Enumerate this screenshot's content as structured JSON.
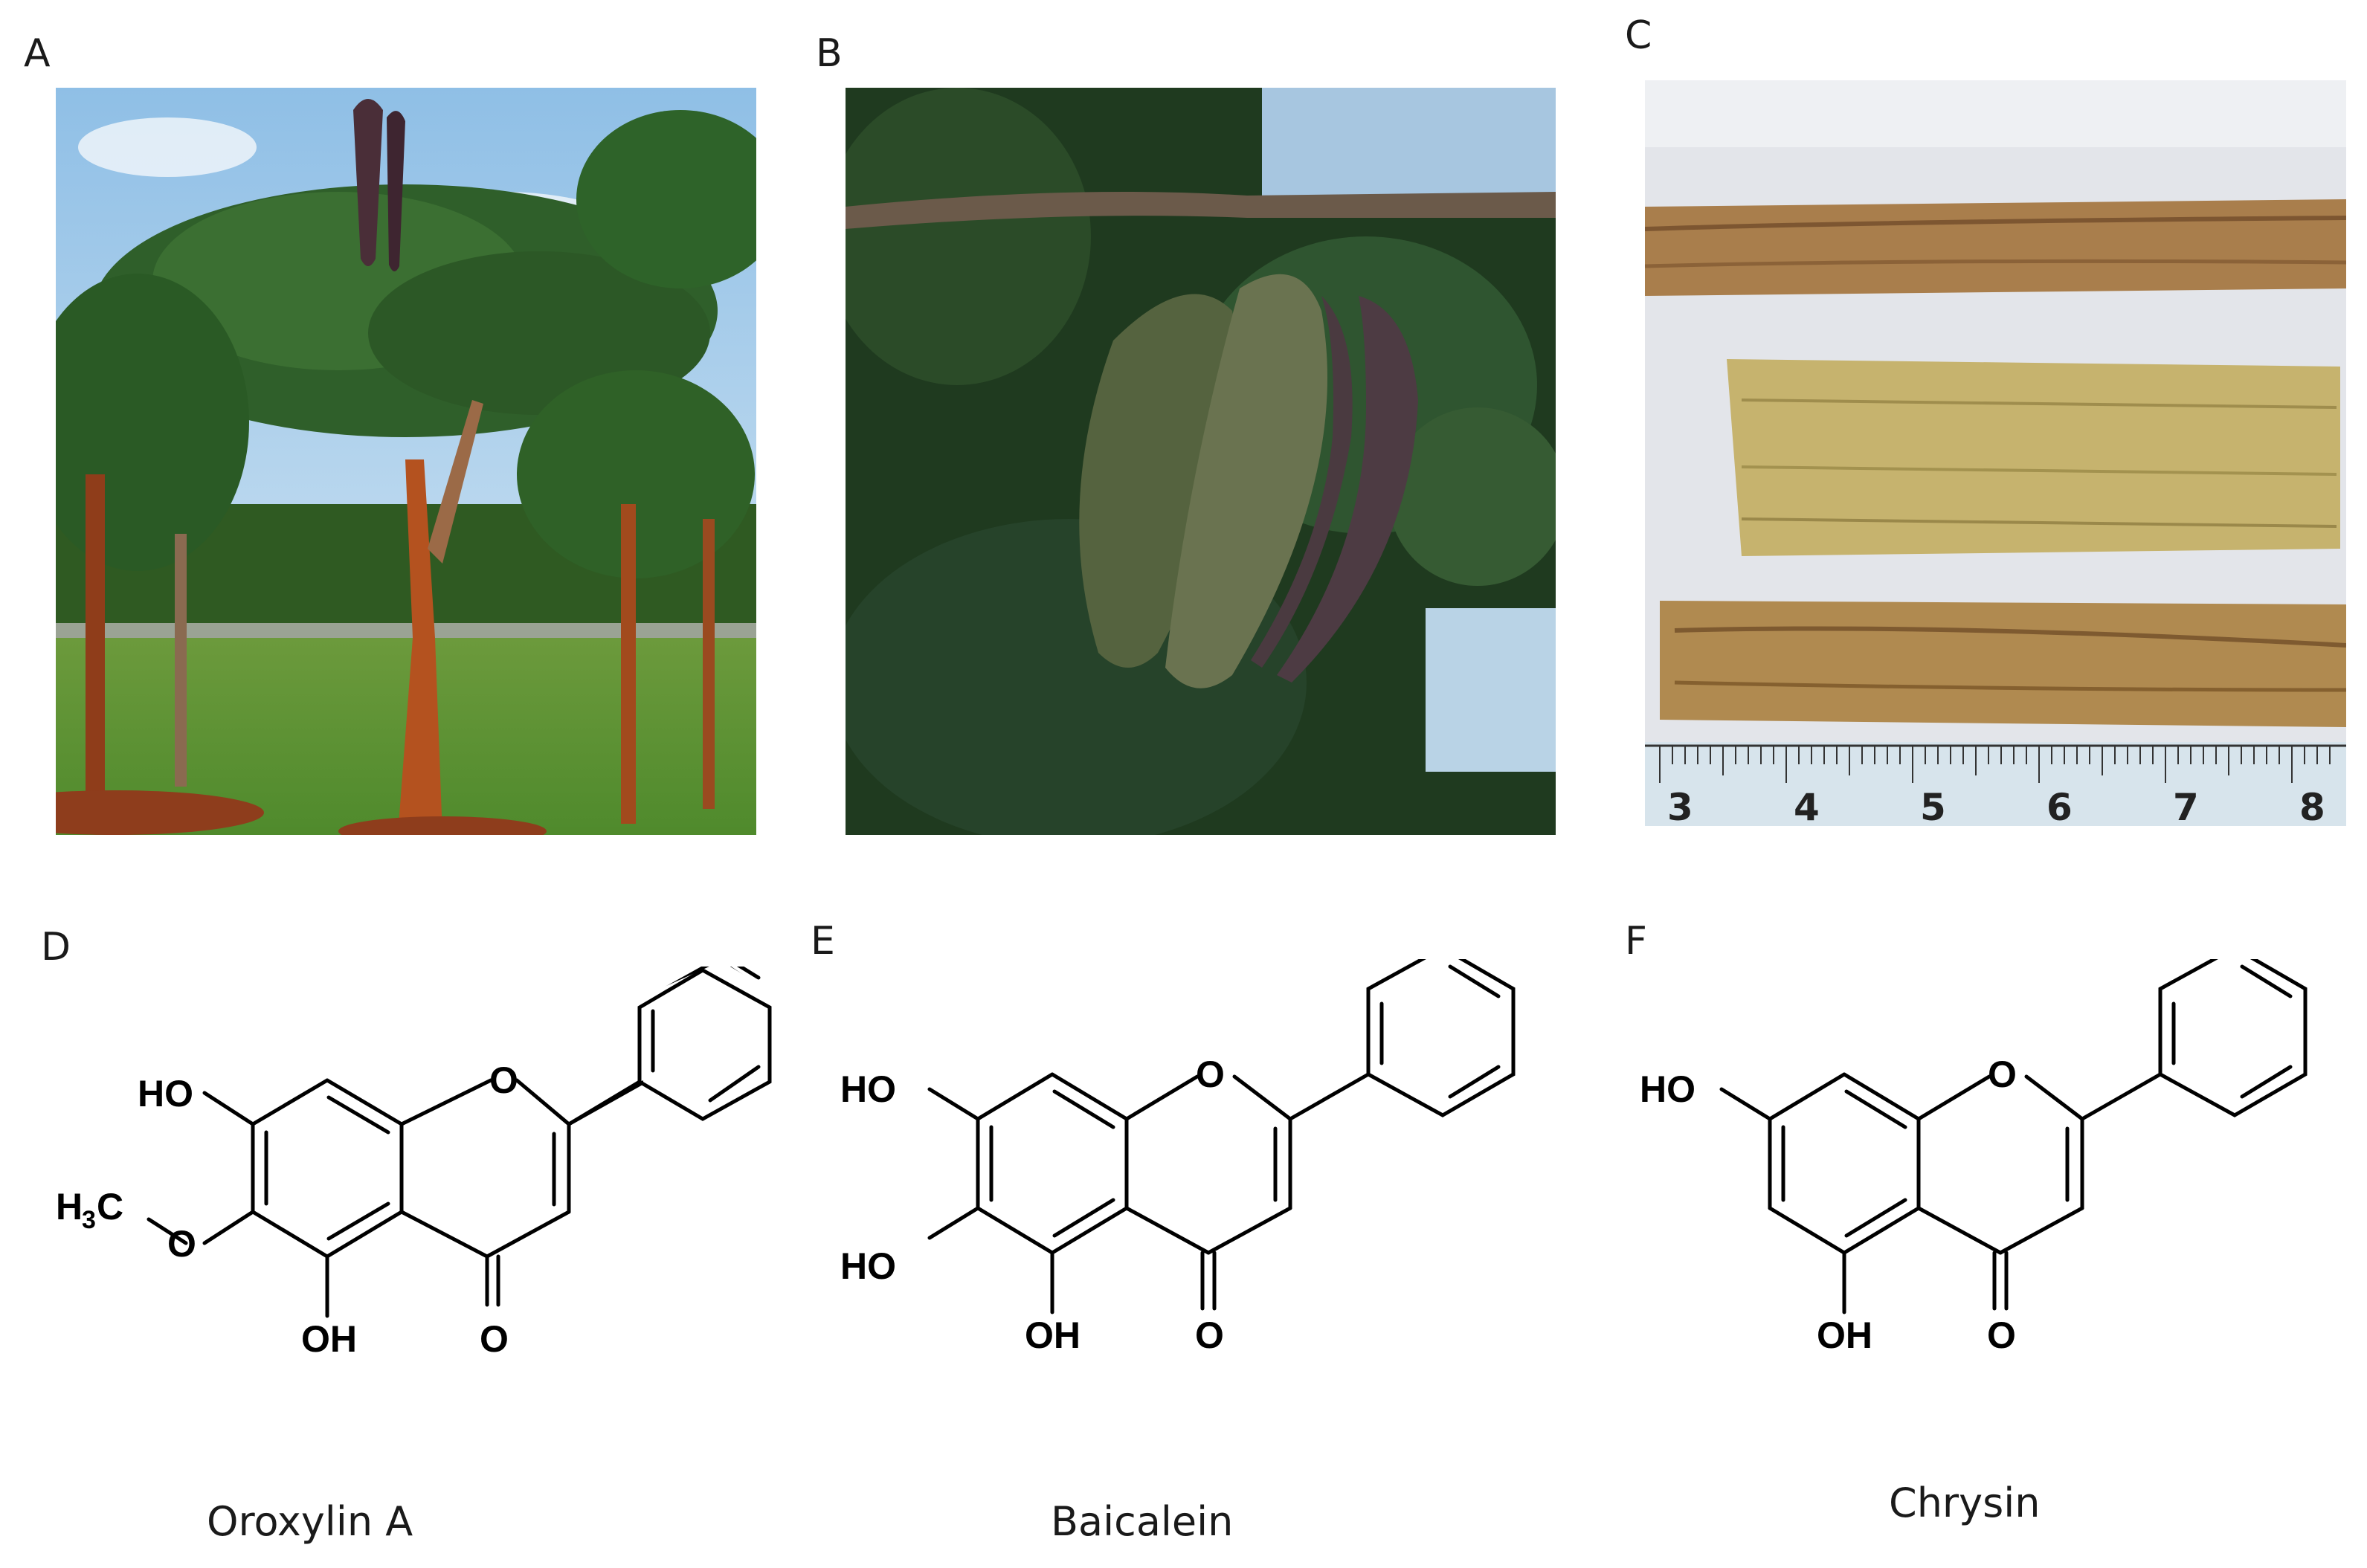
{
  "panels": {
    "a": "A",
    "b": "B",
    "c": "C",
    "d": "D",
    "e": "E",
    "f": "F"
  },
  "ruler": {
    "ticks": [
      "3",
      "4",
      "5",
      "6",
      "7",
      "8"
    ]
  },
  "compounds": {
    "d": {
      "name": "Oroxylin A",
      "atoms": {
        "ho_top": "HO",
        "ring_o": "O",
        "h3c_h": "H",
        "h3c_sub": "3",
        "h3c_c": "C",
        "methoxy_o": "O",
        "oh_bottom": "OH",
        "keto_o": "O"
      }
    },
    "e": {
      "name": "Baicalein",
      "atoms": {
        "ho_top": "HO",
        "ring_o": "O",
        "ho_mid": "HO",
        "oh_bottom": "OH",
        "keto_o": "O"
      }
    },
    "f": {
      "name": "Chrysin",
      "atoms": {
        "ho_top": "HO",
        "ring_o": "O",
        "oh_bottom": "OH",
        "keto_o": "O"
      }
    }
  }
}
